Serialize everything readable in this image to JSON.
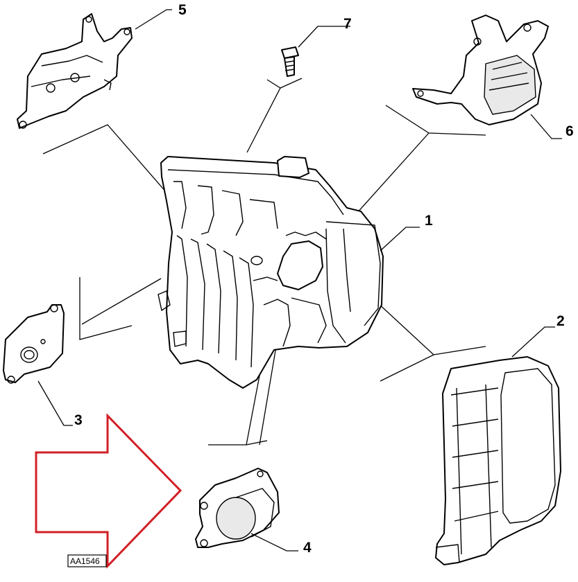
{
  "diagram": {
    "callouts": [
      {
        "id": "1",
        "label": "1"
      },
      {
        "id": "2",
        "label": "2"
      },
      {
        "id": "3",
        "label": "3"
      },
      {
        "id": "4",
        "label": "4"
      },
      {
        "id": "5",
        "label": "5"
      },
      {
        "id": "6",
        "label": "6"
      },
      {
        "id": "7",
        "label": "7"
      }
    ],
    "drawing_code": "AA1546",
    "arrow_color": "#d21f26",
    "line_color": "#000000",
    "background": "#ffffff"
  }
}
